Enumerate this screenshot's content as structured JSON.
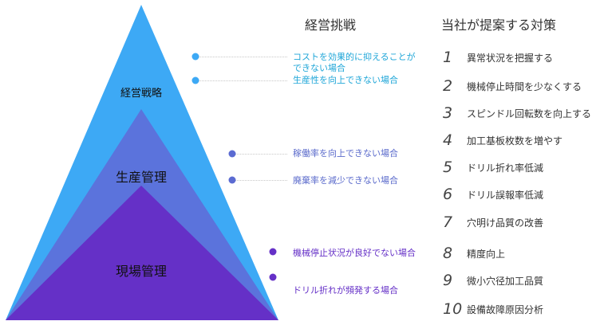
{
  "headers": {
    "challenges": "経営挑戦",
    "solutions": "当社が提案する対策"
  },
  "layers": [
    {
      "label": "経営戦略",
      "color": "#3da9f5"
    },
    {
      "label": "生産管理",
      "color": "#5b73dc"
    },
    {
      "label": "現場管理",
      "color": "#6530c7"
    }
  ],
  "challenges": [
    {
      "text": "コストを効果的に抑えることができない場合",
      "color": "#1fa6d8",
      "dot": "#3da9f5"
    },
    {
      "text": "生産性を向上できない場合",
      "color": "#1fa6d8",
      "dot": "#3da9f5"
    },
    {
      "text": "稼働率を向上できない場合",
      "color": "#5a6acb",
      "dot": "#5b6bd2"
    },
    {
      "text": "廃棄率を減少できない場合",
      "color": "#5a6acb",
      "dot": "#5b6bd2"
    },
    {
      "text": "機械停止状況が良好でない場合",
      "color": "#6530c7",
      "dot": "#6530c7"
    },
    {
      "text": "ドリル折れが頻発する場合",
      "color": "#6530c7",
      "dot": "#6530c7"
    }
  ],
  "solutions": [
    {
      "num": "1",
      "text": "異常状況を把握する"
    },
    {
      "num": "2",
      "text": "機械停止時間を少なくする"
    },
    {
      "num": "3",
      "text": "スピンドル回転数を向上する"
    },
    {
      "num": "4",
      "text": "加工基板枚数を増やす"
    },
    {
      "num": "5",
      "text": "ドリル折れ率低減"
    },
    {
      "num": "6",
      "text": "ドリル誤報率低減"
    },
    {
      "num": "7",
      "text": "穴明け品質の改善"
    },
    {
      "num": "8",
      "text": "精度向上"
    },
    {
      "num": "9",
      "text": "微小穴径加工品質"
    },
    {
      "num": "10",
      "text": "設備故障原因分析"
    }
  ]
}
